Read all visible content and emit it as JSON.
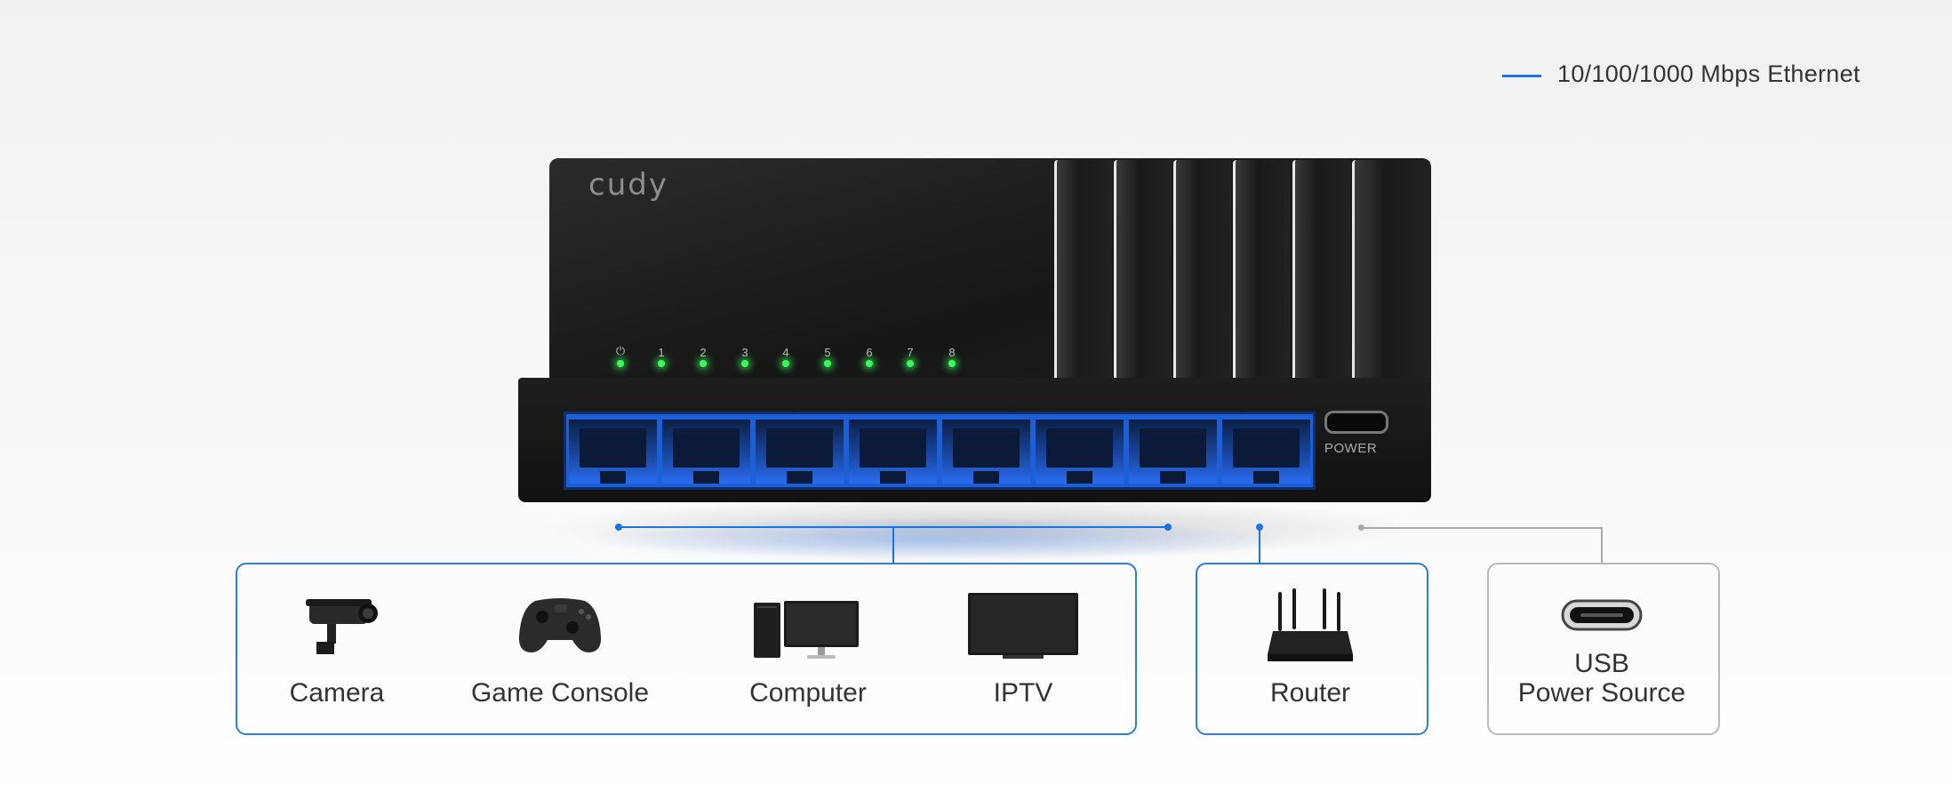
{
  "legend": {
    "label": "10/100/1000 Mbps Ethernet",
    "color": "#1a73e8"
  },
  "switch": {
    "brand": "cudy",
    "led_labels": [
      "⏻",
      "1",
      "2",
      "3",
      "4",
      "5",
      "6",
      "7",
      "8"
    ],
    "power_label": "POWER",
    "port_color": "#1d5fd6",
    "led_color": "#39ff5a"
  },
  "devices": {
    "group1": [
      {
        "label": "Camera",
        "icon": "security-camera-icon"
      },
      {
        "label": "Game Console",
        "icon": "gamepad-icon"
      },
      {
        "label": "Computer",
        "icon": "desktop-computer-icon"
      },
      {
        "label": "IPTV",
        "icon": "tv-icon"
      }
    ],
    "router": {
      "label": "Router",
      "icon": "router-icon"
    },
    "power_source": {
      "label_line1": "USB",
      "label_line2": "Power Source",
      "icon": "usb-c-icon"
    }
  },
  "colors": {
    "accent": "#1a73e8",
    "neutral_line": "#a8a8a8"
  }
}
